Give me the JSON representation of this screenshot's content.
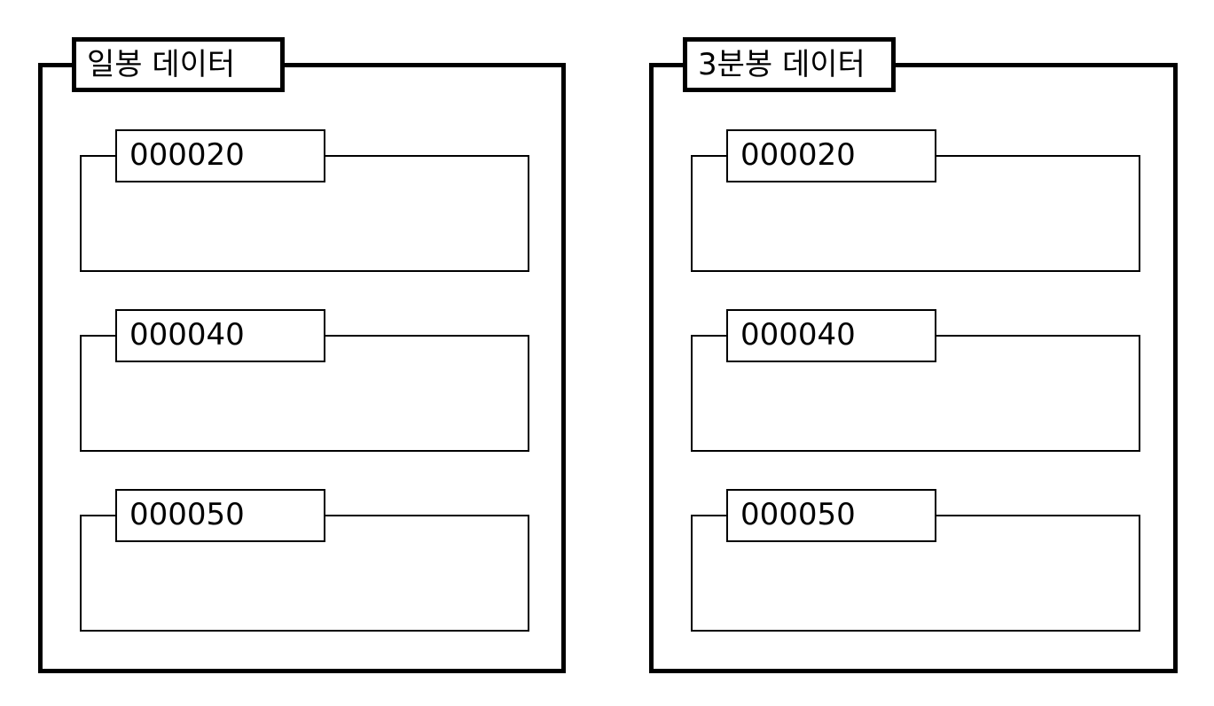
{
  "panels": [
    {
      "title": "일봉 데이터",
      "groups": [
        {
          "label": "000020"
        },
        {
          "label": "000040"
        },
        {
          "label": "000050"
        }
      ]
    },
    {
      "title": "3분봉 데이터",
      "groups": [
        {
          "label": "000020"
        },
        {
          "label": "000040"
        },
        {
          "label": "000050"
        }
      ]
    }
  ]
}
